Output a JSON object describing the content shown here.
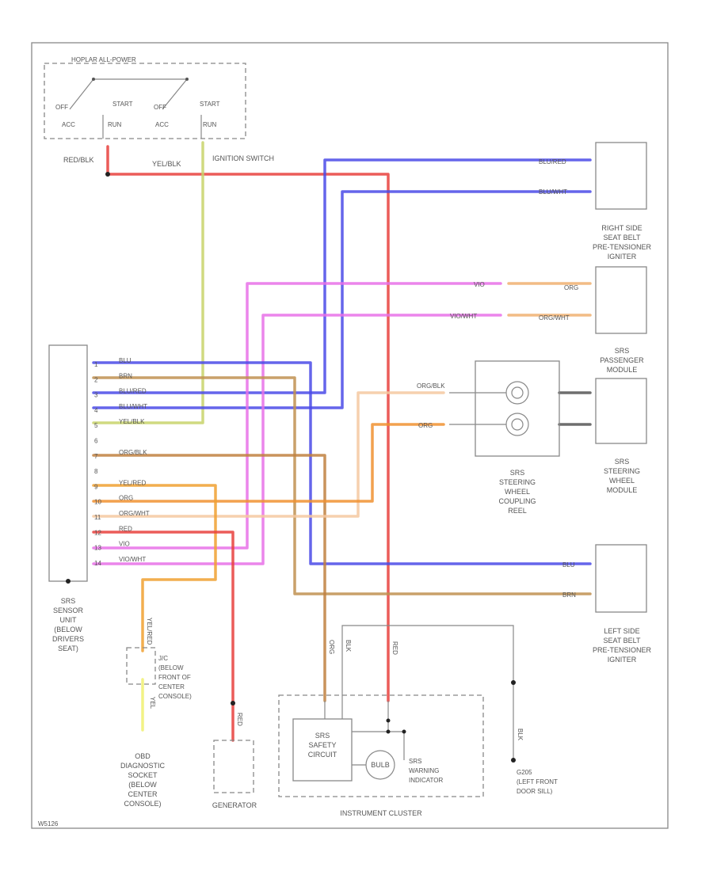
{
  "components": {
    "ignition_switch": "IGNITION SWITCH",
    "switch_header": "HOPLAR ALL-POWER",
    "switch_contacts": [
      "OFF",
      "START",
      "ACC",
      "RUN"
    ],
    "right_pretensioner": [
      "RIGHT SIDE",
      "SEAT BELT",
      "PRE-TENSIONER",
      "IGNITER"
    ],
    "passenger_module": [
      "SRS",
      "PASSENGER",
      "MODULE"
    ],
    "steering_module": [
      "SRS",
      "STEERING",
      "WHEEL",
      "MODULE"
    ],
    "coupling_reel": [
      "SRS",
      "STEERING",
      "WHEEL",
      "COUPLING",
      "REEL"
    ],
    "left_pretensioner": [
      "LEFT SIDE",
      "SEAT BELT",
      "PRE-TENSIONER",
      "IGNITER"
    ],
    "sensor_unit": [
      "SRS",
      "SENSOR",
      "UNIT",
      "(BELOW",
      "DRIVERS",
      "SEAT)"
    ],
    "connector_j": [
      "J/C",
      "(BELOW",
      "FRONT OF",
      "CENTER",
      "CONSOLE)"
    ],
    "diag_socket": [
      "OBD",
      "DIAGNOSTIC",
      "SOCKET",
      "(BELOW",
      "CENTER",
      "CONSOLE)"
    ],
    "generator": "GENERATOR",
    "instrument_cluster": "INSTRUMENT CLUSTER",
    "safety_circuit": [
      "SRS",
      "SAFETY",
      "CIRCUIT"
    ],
    "warning_indicator": [
      "SRS",
      "WARNING",
      "INDICATOR"
    ],
    "ground": [
      "G205",
      "(LEFT FRONT",
      "DOOR SILL)"
    ],
    "bulb": "BULB"
  },
  "wire_labels": {
    "red_blk": "RED/BLK",
    "yel_blk": "YEL/BLK",
    "blu_red": "BLU/RED",
    "blu_wht": "BLU/WHT",
    "vio": "VIO",
    "org": "ORG",
    "vio_wht": "VIO/WHT",
    "org_wht": "ORG/WHT",
    "org_blk_r": "ORG/BLK",
    "org_r": "ORG",
    "blu": "BLU",
    "brn": "BRN",
    "blk": "BLK",
    "yel_red": "YEL/RED",
    "red": "RED",
    "yel": "YEL",
    "org_v": "ORG",
    "blk_v": "BLK",
    "red_v": "RED"
  },
  "sensor_pins": [
    {
      "pin": "1",
      "wire": "BLU"
    },
    {
      "pin": "2",
      "wire": "BRN"
    },
    {
      "pin": "3",
      "wire": "BLU/RED"
    },
    {
      "pin": "4",
      "wire": "BLU/WHT"
    },
    {
      "pin": "5",
      "wire": "YEL/BLK"
    },
    {
      "pin": "6",
      "wire": ""
    },
    {
      "pin": "7",
      "wire": "ORG/BLK"
    },
    {
      "pin": "8",
      "wire": ""
    },
    {
      "pin": "9",
      "wire": "YEL/RED"
    },
    {
      "pin": "10",
      "wire": "ORG"
    },
    {
      "pin": "11",
      "wire": "ORG/WHT"
    },
    {
      "pin": "12",
      "wire": "RED"
    },
    {
      "pin": "13",
      "wire": "VIO"
    },
    {
      "pin": "14",
      "wire": "VIO/WHT"
    }
  ],
  "footer_code": "W5126"
}
